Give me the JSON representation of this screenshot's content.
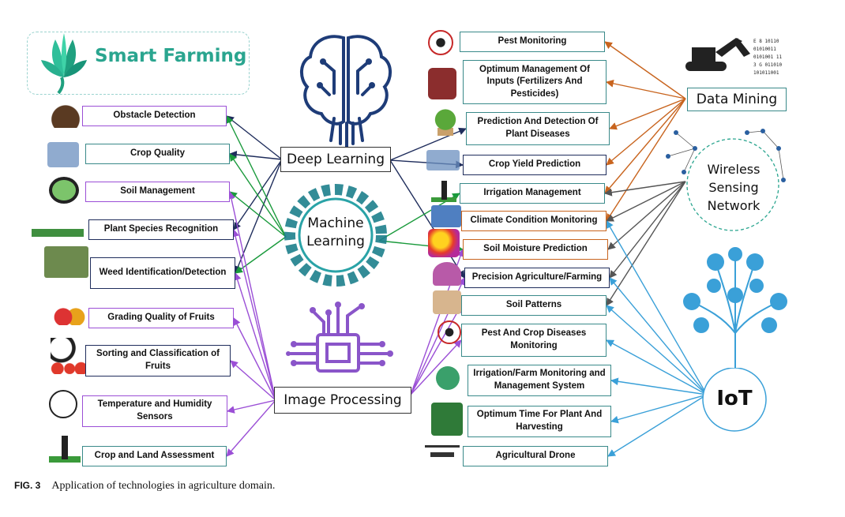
{
  "brand": {
    "title": "Smart Farming"
  },
  "hubs": {
    "deep_learning": "Deep Learning",
    "machine_learning": "Machine Learning",
    "image_processing": "Image Processing",
    "data_mining": "Data Mining",
    "wireless_sensing": "Wireless Sensing Network",
    "iot": "IoT"
  },
  "left_boxes": [
    "Obstacle Detection",
    "Crop Quality",
    "Soil Management",
    "Plant Species Recognition",
    "Weed Identification/Detection",
    "Grading Quality of Fruits",
    "Sorting and Classification of Fruits",
    "Temperature and Humidity Sensors",
    "Crop and Land Assessment"
  ],
  "right_boxes": [
    "Pest Monitoring",
    "Optimum Management Of Inputs (Fertilizers And Pesticides)",
    "Prediction And Detection Of Plant Diseases",
    "Crop Yield Prediction",
    "Irrigation Management",
    "Climate Condition Monitoring",
    "Soil Moisture Prediction",
    "Precision Agriculture/Farming",
    "Soil Patterns",
    "Pest And Crop Diseases Monitoring",
    "Irrigation/Farm Monitoring and Management System",
    "Optimum Time For Plant And Harvesting",
    "Agricultural Drone"
  ],
  "colors": {
    "deep_learning": "#1f2d5c",
    "machine_learning": "#1a9a3c",
    "image_processing": "#9b4fd6",
    "data_mining": "#c8641e",
    "wireless_sensing": "#555555",
    "iot": "#3aa0d8",
    "brand": "#2aa58f"
  },
  "icons": {
    "brand": "lotus-leaf-icon",
    "deep_learning": "circuit-brain-icon",
    "machine_learning": "gear-brain-icon",
    "image_processing": "processor-chip-icon",
    "data_mining": "excavator-data-icon",
    "wireless_sensing": "sensor-network-icon",
    "iot": "iot-tree-icon"
  },
  "caption": {
    "label": "FIG. 3",
    "text": "Application of technologies in agriculture domain."
  }
}
